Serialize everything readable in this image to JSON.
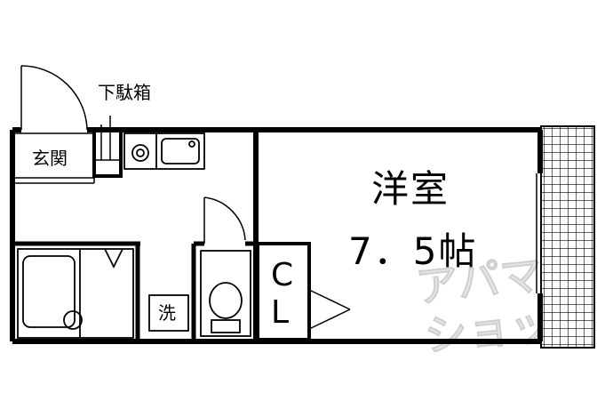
{
  "rooms": {
    "genkan": "玄関",
    "getabako": "下駄箱",
    "youshitsu": "洋室",
    "size": "7．5帖",
    "closet_c": "C",
    "closet_l": "L",
    "washer": "洗"
  },
  "watermark": {
    "line1": "アパマン",
    "line2": "ショップ"
  },
  "colors": {
    "wall": "#000000",
    "watermark": "#d0d0d0"
  }
}
